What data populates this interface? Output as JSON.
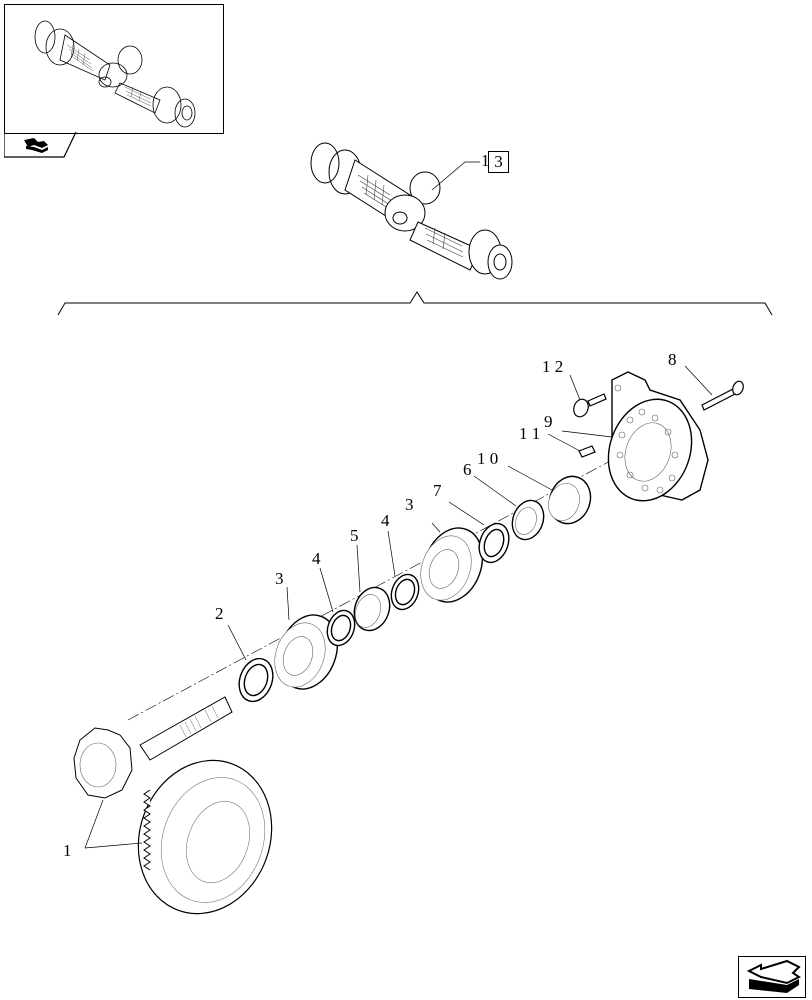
{
  "thumbnail": {
    "label": "axle-assembly-overview",
    "nav_icon": "parts-catalog-icon"
  },
  "reference": {
    "prefix": "1",
    "number": "3"
  },
  "callouts": [
    {
      "id": "c1",
      "text": "1"
    },
    {
      "id": "c2",
      "text": "2"
    },
    {
      "id": "c3a",
      "text": "3"
    },
    {
      "id": "c4a",
      "text": "4"
    },
    {
      "id": "c5",
      "text": "5"
    },
    {
      "id": "c4b",
      "text": "4"
    },
    {
      "id": "c3b",
      "text": "3"
    },
    {
      "id": "c7",
      "text": "7"
    },
    {
      "id": "c6",
      "text": "6"
    },
    {
      "id": "c10",
      "text": "1 0"
    },
    {
      "id": "c11",
      "text": "1 1"
    },
    {
      "id": "c9",
      "text": "9"
    },
    {
      "id": "c12",
      "text": "1 2"
    },
    {
      "id": "c8",
      "text": "8"
    }
  ],
  "navigation": {
    "next_icon": "arrow-back-icon"
  },
  "colors": {
    "line": "#000000",
    "thin_line": "#666666",
    "background": "#ffffff"
  }
}
